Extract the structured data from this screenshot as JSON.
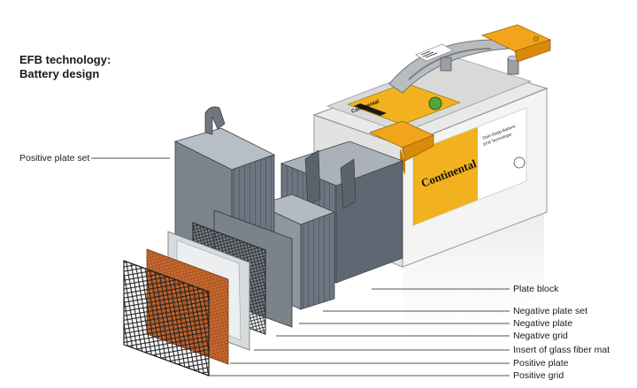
{
  "header": {
    "title_line1": "EFB technology:",
    "title_line2": "Battery design"
  },
  "labels": {
    "positive_plate_set": "Positive plate set",
    "plate_block": "Plate block",
    "negative_plate_set": "Negative plate set",
    "negative_plate": "Negative plate",
    "negative_grid": "Negative grid",
    "glass_fiber_mat": "Insert of glass fiber mat",
    "positive_plate": "Positive plate",
    "positive_grid": "Positive grid"
  },
  "battery": {
    "brand": "Continental",
    "front_text_1": "Start-Stopp-Batterie",
    "front_text_2": "EFB Technologie",
    "top_label_brand": "Continental",
    "case_color": "#f2f2f0",
    "accent_color": "#f2a51a"
  },
  "colors": {
    "plate_dark": "#5b6470",
    "plate_mid": "#8a939e",
    "positive_plate_color": "#d46a2b",
    "grid_color": "#2a2a2a",
    "line_color": "#1a1a1a"
  }
}
